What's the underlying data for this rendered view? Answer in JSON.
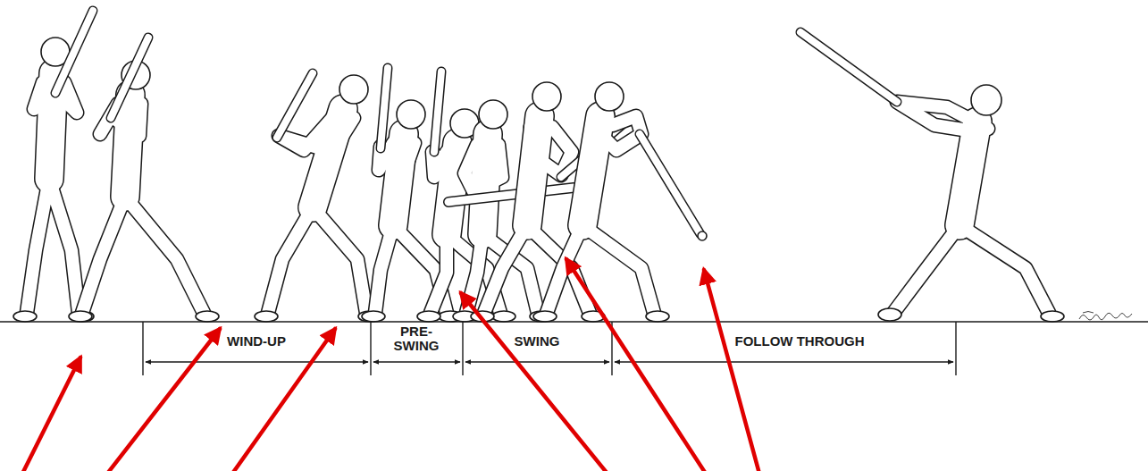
{
  "diagram": {
    "labels": [
      "WIND-UP",
      "PRE- SWING",
      "SWING",
      "FOLLOW THROUGH"
    ]
  }
}
